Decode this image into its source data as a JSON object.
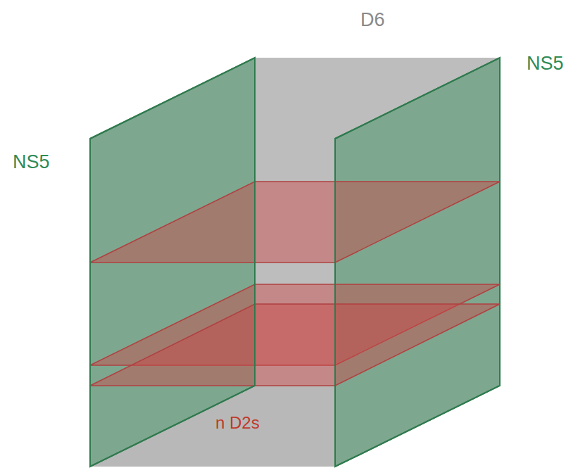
{
  "diagram": {
    "labels": [
      "D6",
      "NS5",
      "NS5",
      "n D2s"
    ]
  }
}
